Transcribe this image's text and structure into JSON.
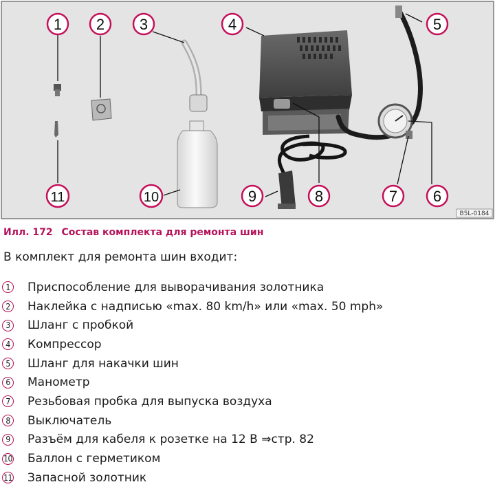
{
  "figure": {
    "code": "B5L-0184",
    "callouts": [
      "1",
      "2",
      "3",
      "4",
      "5",
      "6",
      "7",
      "8",
      "9",
      "10",
      "11"
    ]
  },
  "caption": {
    "number": "Илл. 172",
    "text": "Состав комплекта для ремонта шин"
  },
  "intro": "В комплект для ремонта шин входит:",
  "parts": [
    {
      "num": "1",
      "text": "Приспособление для выворачивания золотника"
    },
    {
      "num": "2",
      "text": "Наклейка с надписью «max. 80 km/h» или «max. 50 mph»"
    },
    {
      "num": "3",
      "text": "Шланг с пробкой"
    },
    {
      "num": "4",
      "text": "Компрессор"
    },
    {
      "num": "5",
      "text": "Шланг для накачки шин"
    },
    {
      "num": "6",
      "text": "Манометр"
    },
    {
      "num": "7",
      "text": "Резьбовая пробка для выпуска воздуха"
    },
    {
      "num": "8",
      "text": "Выключатель"
    },
    {
      "num": "9",
      "text": "Разъём для кабеля к розетке на 12 В ⇒стр. 82"
    },
    {
      "num": "10",
      "text": "Баллон с герметиком"
    },
    {
      "num": "11",
      "text": "Запасной золотник"
    }
  ],
  "colors": {
    "accent": "#b5125a",
    "figure_bg": "#e4e4e4",
    "callout_ring": "#c4105a"
  }
}
